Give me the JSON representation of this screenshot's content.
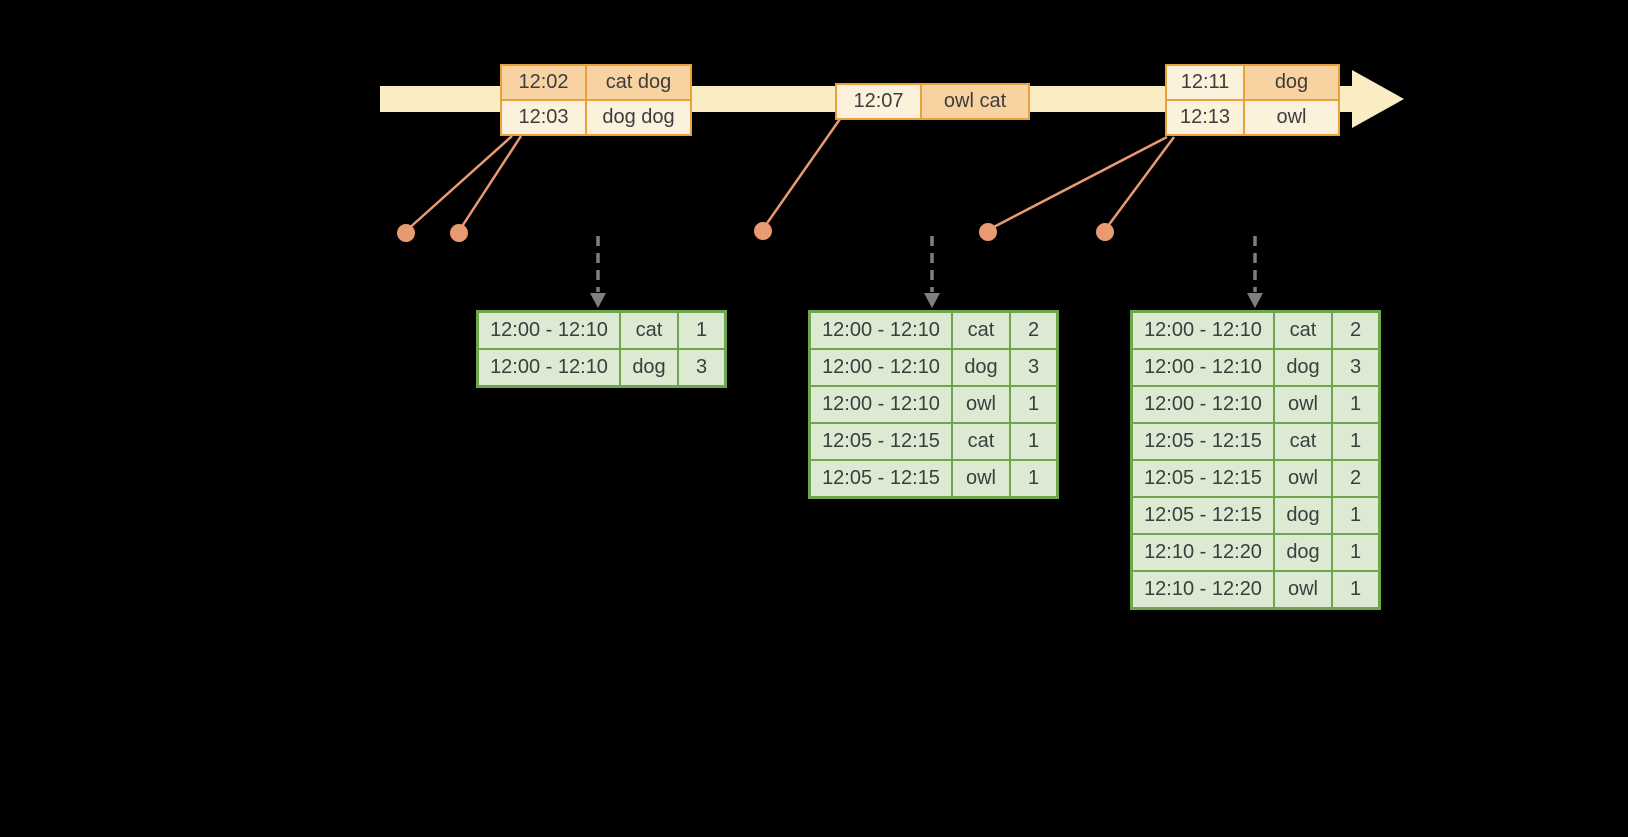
{
  "diagram": {
    "description": "streaming windowed word-count timeline with event batches and result tables",
    "colors": {
      "background": "#000000",
      "timeline_fill": "#FAEDC4",
      "event_table_border": "#E9A23B",
      "event_row_highlight": "#F9D2A2",
      "event_row_normal": "#FCF1DB",
      "connector_line": "#E89B71",
      "connector_dot": "#E89B71",
      "dashed_arrow": "#7F7F7F",
      "result_table_border": "#6FA64C",
      "result_cell_fill": "#DCE9D3",
      "text": "#3D3D3D"
    }
  },
  "event_tables": [
    {
      "rows": [
        {
          "time": "12:02",
          "words": "cat dog"
        },
        {
          "time": "12:03",
          "words": "dog dog"
        }
      ]
    },
    {
      "rows": [
        {
          "time": "12:07",
          "words": "owl cat"
        }
      ]
    },
    {
      "rows": [
        {
          "time": "12:11",
          "words": "dog"
        },
        {
          "time": "12:13",
          "words": "owl"
        }
      ]
    }
  ],
  "result_tables": [
    {
      "rows": [
        {
          "window": "12:00 - 12:10",
          "word": "cat",
          "count": "1"
        },
        {
          "window": "12:00 - 12:10",
          "word": "dog",
          "count": "3"
        }
      ]
    },
    {
      "rows": [
        {
          "window": "12:00 - 12:10",
          "word": "cat",
          "count": "2"
        },
        {
          "window": "12:00 - 12:10",
          "word": "dog",
          "count": "3"
        },
        {
          "window": "12:00 - 12:10",
          "word": "owl",
          "count": "1"
        },
        {
          "window": "12:05 - 12:15",
          "word": "cat",
          "count": "1"
        },
        {
          "window": "12:05 - 12:15",
          "word": "owl",
          "count": "1"
        }
      ]
    },
    {
      "rows": [
        {
          "window": "12:00 - 12:10",
          "word": "cat",
          "count": "2"
        },
        {
          "window": "12:00 - 12:10",
          "word": "dog",
          "count": "3"
        },
        {
          "window": "12:00 - 12:10",
          "word": "owl",
          "count": "1"
        },
        {
          "window": "12:05 - 12:15",
          "word": "cat",
          "count": "1"
        },
        {
          "window": "12:05 - 12:15",
          "word": "owl",
          "count": "2"
        },
        {
          "window": "12:05 - 12:15",
          "word": "dog",
          "count": "1"
        },
        {
          "window": "12:10 - 12:20",
          "word": "dog",
          "count": "1"
        },
        {
          "window": "12:10 - 12:20",
          "word": "owl",
          "count": "1"
        }
      ]
    }
  ]
}
